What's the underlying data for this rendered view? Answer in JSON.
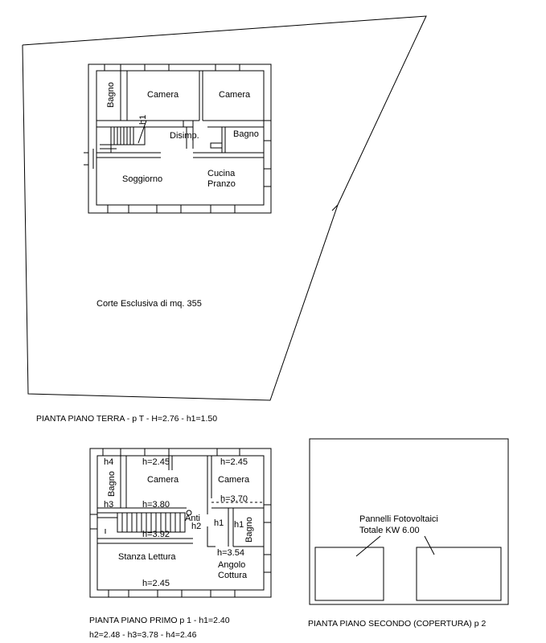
{
  "ground_floor": {
    "rooms": {
      "bagno_left": "Bagno",
      "camera_left": "Camera",
      "camera_right": "Camera",
      "h1": "h1",
      "disimp": "Disimp.",
      "bagno_right": "Bagno",
      "soggiorno": "Soggiorno",
      "cucina": "Cucina",
      "pranzo": "Pranzo"
    },
    "corte": "Corte Esclusiva di mq. 355",
    "caption": "PIANTA PIANO TERRA - p T - H=2.76 - h1=1.50"
  },
  "first_floor": {
    "labels": {
      "h4": "h4",
      "h2_245_top": "h=2.45",
      "h2_245_right": "h=2.45",
      "bagno": "Bagno",
      "camera_left": "Camera",
      "camera_right": "Camera",
      "h3": "h3",
      "h380": "h=3.80",
      "h370": "h=3.70",
      "anti": "Anti",
      "h2": "h2",
      "h1_a": "h1",
      "h1_b": "h1",
      "bagno_right": "Bagno",
      "h392": "h=3.92",
      "stanza": "Stanza Lettura",
      "h354": "h=3.54",
      "angolo": "Angolo",
      "cottura": "Cottura",
      "h245_bottom": "h=2.45"
    },
    "caption_line1": "PIANTA PIANO PRIMO p 1 - h1=2.40",
    "caption_line2": "h2=2.48 - h3=3.78 - h4=2.46"
  },
  "second_floor": {
    "pannelli": "Pannelli Fotovoltaici",
    "totale": "Totale KW 6.00",
    "caption": "PIANTA PIANO SECONDO (COPERTURA) p 2"
  }
}
